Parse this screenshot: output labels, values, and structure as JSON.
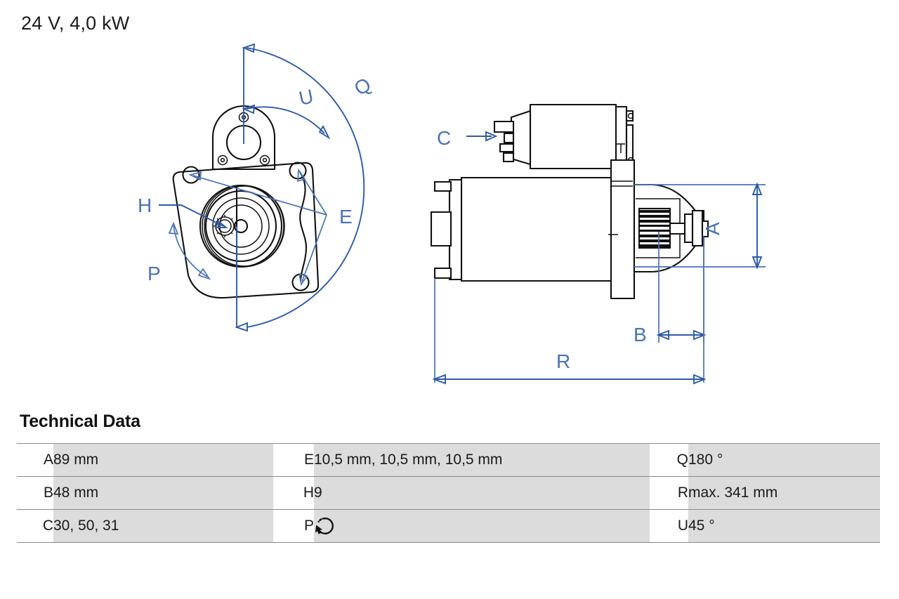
{
  "page": {
    "title": "24 V, 4,0 kW",
    "accent_color": "#2d5aa8",
    "label_color": "#4a72b8",
    "table_row_color": "#dcdcdc",
    "line_color": "#111111",
    "background": "#ffffff"
  },
  "drawing": {
    "views": [
      {
        "name": "front-view",
        "callouts": [
          "U",
          "Q",
          "H",
          "P",
          "E"
        ]
      },
      {
        "name": "side-view",
        "callouts": [
          "C",
          "A",
          "B",
          "R"
        ]
      }
    ],
    "labels": {
      "u": "U",
      "q": "Q",
      "h": "H",
      "p": "P",
      "e": "E",
      "c": "C",
      "a": "A",
      "b": "B",
      "r": "R"
    }
  },
  "technical_data": {
    "heading": "Technical Data",
    "rows": [
      {
        "col1_key": "A",
        "col1_value": "89 mm",
        "col2_key": "E",
        "col2_value": "10,5 mm, 10,5 mm, 10,5 mm",
        "col3_key": "Q",
        "col3_value": "180 °"
      },
      {
        "col1_key": "B",
        "col1_value": "48 mm",
        "col2_key": "H",
        "col2_value": "9",
        "col3_key": "R",
        "col3_value": "max. 341 mm"
      },
      {
        "col1_key": "C",
        "col1_value": "30, 50, 31",
        "col2_key": "P",
        "col2_value": "",
        "col2_icon": "rotation-counterclockwise-icon",
        "col3_key": "U",
        "col3_value": "45 °"
      }
    ]
  }
}
